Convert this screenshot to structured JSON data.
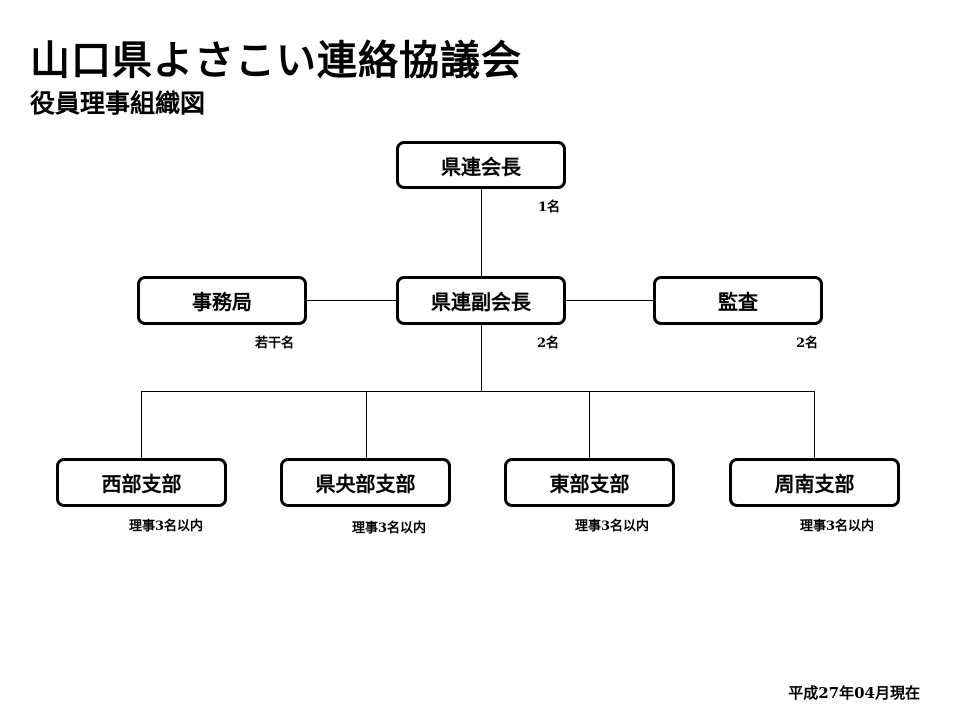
{
  "title": "山口県よさこい連絡協議会",
  "subtitle": "役員理事組織図",
  "nodes": {
    "chairman": {
      "label": "県連会長",
      "count": "1名"
    },
    "vice_chairman": {
      "label": "県連副会長",
      "count": "2名"
    },
    "secretariat": {
      "label": "事務局",
      "count": "若干名"
    },
    "auditor": {
      "label": "監査",
      "count": "2名"
    },
    "branch_west": {
      "label": "西部支部",
      "count": "理事3名以内"
    },
    "branch_central": {
      "label": "県央部支部",
      "count": "理事3名以内"
    },
    "branch_east": {
      "label": "東部支部",
      "count": "理事3名以内"
    },
    "branch_shunan": {
      "label": "周南支部",
      "count": "理事3名以内"
    }
  },
  "footer": "平成27年04月現在"
}
